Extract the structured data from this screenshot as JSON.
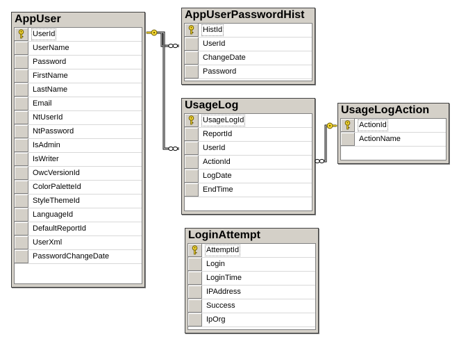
{
  "tables": {
    "appuser": {
      "title": "AppUser",
      "columns": [
        "UserId",
        "UserName",
        "Password",
        "FirstName",
        "LastName",
        "Email",
        "NtUserId",
        "NtPassword",
        "IsAdmin",
        "IsWriter",
        "OwcVersionId",
        "ColorPaletteId",
        "StyleThemeId",
        "LanguageId",
        "DefaultReportId",
        "UserXml",
        "PasswordChangeDate"
      ]
    },
    "appuserpasswordhist": {
      "title": "AppUserPasswordHist",
      "columns": [
        "HistId",
        "UserId",
        "ChangeDate",
        "Password"
      ]
    },
    "usagelog": {
      "title": "UsageLog",
      "columns": [
        "UsageLogId",
        "ReportId",
        "UserId",
        "ActionId",
        "LogDate",
        "EndTime"
      ]
    },
    "usagelogaction": {
      "title": "UsageLogAction",
      "columns": [
        "ActionId",
        "ActionName"
      ]
    },
    "loginattempt": {
      "title": "LoginAttempt",
      "columns": [
        "AttemptId",
        "Login",
        "LoginTime",
        "IPAddress",
        "Success",
        "IpOrg"
      ]
    }
  },
  "icons": {
    "primary_key": "key-icon",
    "relationship_one": "key-end-icon",
    "relationship_many": "infinity-end-icon"
  }
}
